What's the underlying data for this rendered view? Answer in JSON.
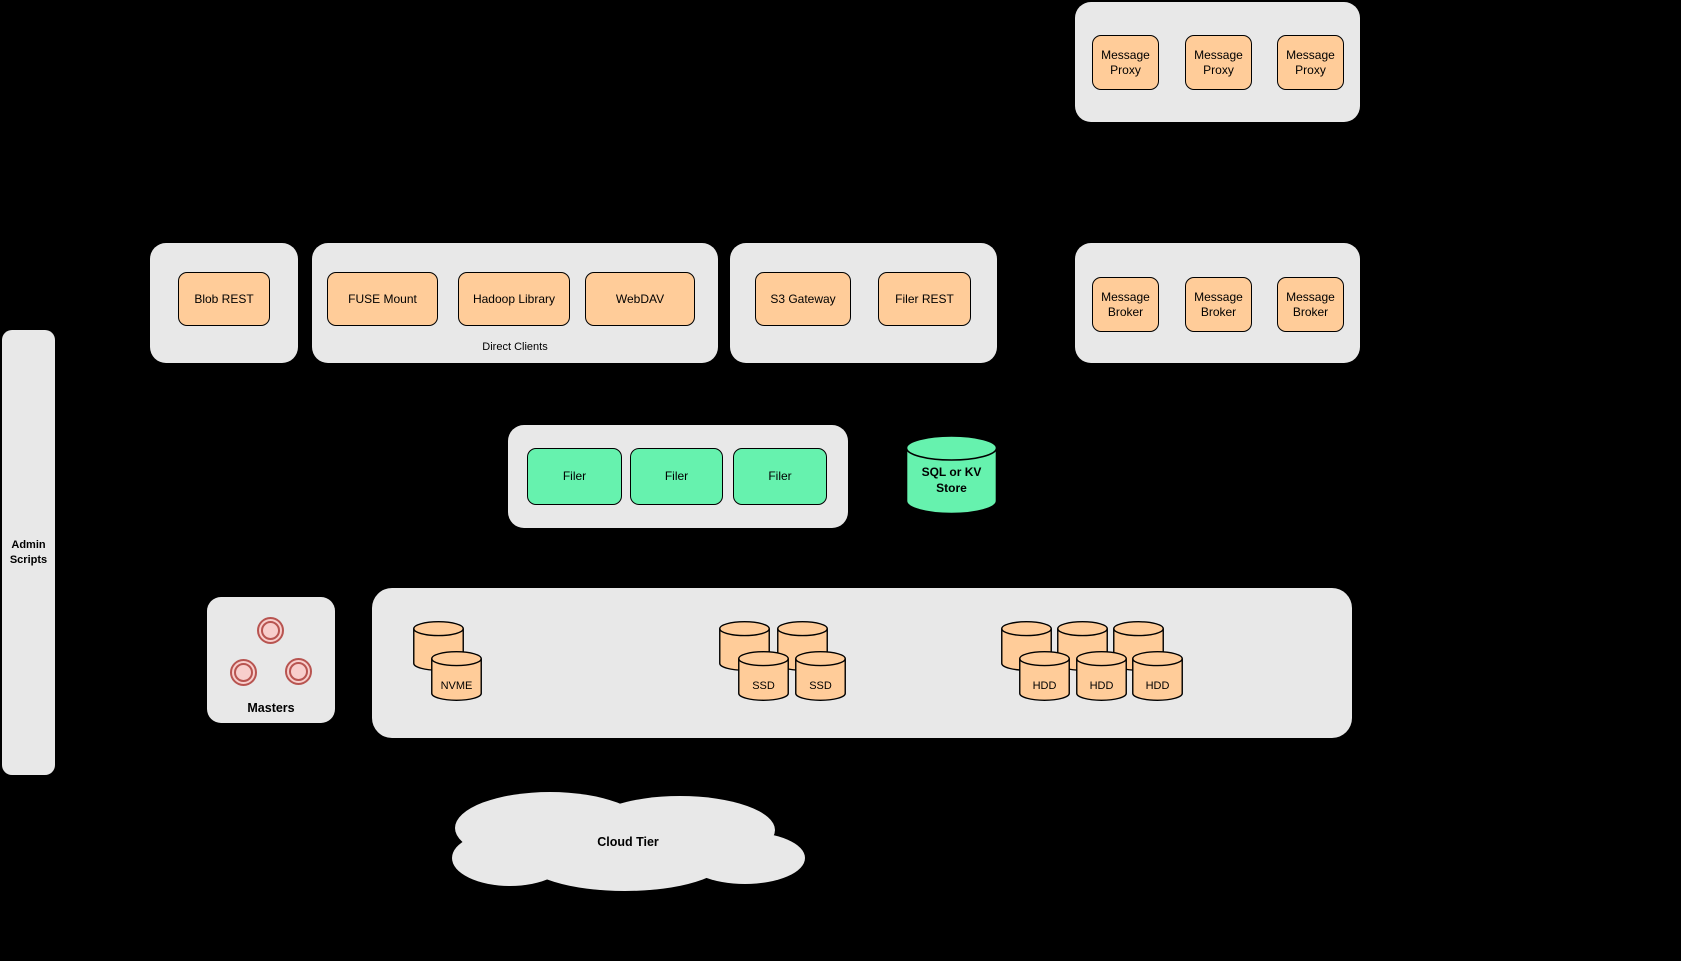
{
  "colors": {
    "background": "#000000",
    "container_gray": "#E8E8E8",
    "node_orange": "#FFCC99",
    "node_green": "#66F2AE",
    "master_pink": "#F8CECC",
    "master_border": "#B85450",
    "node_border": "#000000"
  },
  "proxy_group": {
    "items": [
      "Message Proxy",
      "Message Proxy",
      "Message Proxy"
    ]
  },
  "blob_group": {
    "label": "Blob REST"
  },
  "direct_group": {
    "caption": "Direct Clients",
    "items": [
      "FUSE Mount",
      "Hadoop Library",
      "WebDAV"
    ]
  },
  "gateway_group": {
    "items": [
      "S3 Gateway",
      "Filer REST"
    ]
  },
  "broker_group": {
    "items": [
      "Message Broker",
      "Message Broker",
      "Message Broker"
    ]
  },
  "filer_group": {
    "items": [
      "Filer",
      "Filer",
      "Filer"
    ]
  },
  "sql_store": {
    "label": "SQL or KV Store"
  },
  "admin": {
    "label": "Admin Scripts"
  },
  "masters": {
    "label": "Masters"
  },
  "volume_group": {
    "nvme_label": "NVME",
    "ssd_label": "SSD",
    "hdd_label": "HDD"
  },
  "cloud": {
    "label": "Cloud Tier"
  }
}
